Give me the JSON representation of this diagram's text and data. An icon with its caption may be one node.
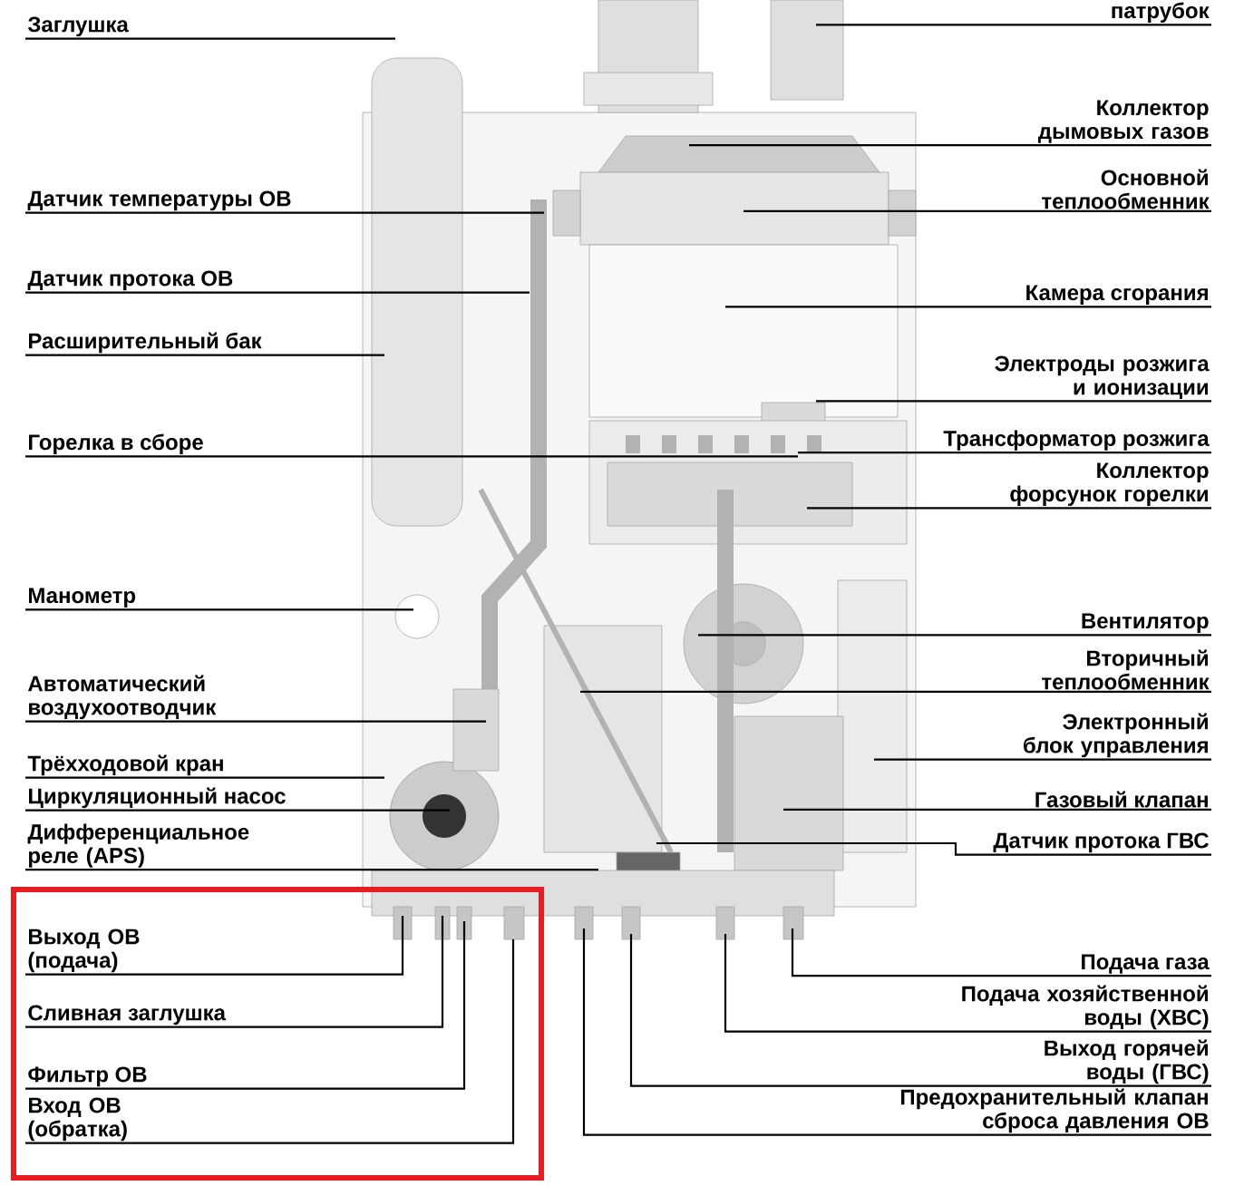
{
  "diagram": {
    "nodes": [
      {
        "text": [
          "Заглушка"
        ]
      },
      {
        "text": [
          "Датчик температуры ОВ"
        ]
      },
      {
        "text": [
          "Датчик протока ОВ"
        ]
      },
      {
        "text": [
          "Расширительный бак"
        ]
      },
      {
        "text": [
          "Горелка в сборе"
        ]
      },
      {
        "text": [
          "Манометр"
        ]
      },
      {
        "text": [
          "Автоматический воздухоотводчик"
        ]
      },
      {
        "text": [
          "Трёхходовой кран"
        ]
      },
      {
        "text": [
          "Циркуляционный насос"
        ]
      },
      {
        "text": [
          "Дифференциальное реле (APS)"
        ]
      },
      {
        "text": [],
        "shape": "box"
      },
      {
        "text": [
          "Выход ОВ (подача)"
        ],
        "in": 10
      },
      {
        "text": [
          "Сливная заглушка"
        ],
        "in": 10
      },
      {
        "text": [
          "Фильтр ОВ"
        ],
        "in": 10
      },
      {
        "text": [
          "Вход ОВ (обратка)"
        ],
        "in": 10
      },
      {
        "text": [
          "патрубок"
        ]
      },
      {
        "text": [
          "Коллектор дымовых газов"
        ]
      },
      {
        "text": [
          "Основной теплообменник"
        ]
      },
      {
        "text": [
          "Камера сгорания"
        ]
      },
      {
        "text": [
          "Электроды розжига и ионизации"
        ]
      },
      {
        "text": [
          "Трансформатор розжига"
        ]
      },
      {
        "text": [
          "Коллектор форсунок горелки"
        ]
      },
      {
        "text": [
          "Вентилятор"
        ]
      },
      {
        "text": [
          "Вторичный теплообменник"
        ]
      },
      {
        "text": [
          "Электронный блок управления"
        ]
      },
      {
        "text": [
          "Газовый клапан"
        ]
      },
      {
        "text": [
          "Датчик протока ГВС"
        ]
      },
      {
        "text": [
          "Подача газа"
        ]
      },
      {
        "text": [
          "Подача хозяйственной воды (ХВС)"
        ]
      },
      {
        "text": [
          "Выход горячей воды (ГВС)"
        ]
      },
      {
        "text": [
          "Предохранительный клапан сброса давления ОВ"
        ]
      }
    ],
    "edges": [
      {
        "from": 0,
        "to": null,
        "arrow": "none"
      },
      {
        "from": 1,
        "to": null,
        "arrow": "none"
      },
      {
        "from": 2,
        "to": null,
        "arrow": "none"
      },
      {
        "from": 3,
        "to": null,
        "arrow": "none"
      },
      {
        "from": 4,
        "to": null,
        "arrow": "none"
      },
      {
        "from": 5,
        "to": null,
        "arrow": "none"
      },
      {
        "from": 6,
        "to": null,
        "arrow": "none"
      },
      {
        "from": 7,
        "to": null,
        "arrow": "none"
      },
      {
        "from": 8,
        "to": null,
        "arrow": "none"
      },
      {
        "from": 9,
        "to": null,
        "arrow": "none"
      },
      {
        "from": 11,
        "to": null,
        "arrow": "none"
      },
      {
        "from": 12,
        "to": null,
        "arrow": "none"
      },
      {
        "from": 13,
        "to": null,
        "arrow": "none"
      },
      {
        "from": 14,
        "to": null,
        "arrow": "none"
      },
      {
        "from": 15,
        "to": null,
        "arrow": "none"
      },
      {
        "from": 16,
        "to": null,
        "arrow": "none"
      },
      {
        "from": 17,
        "to": null,
        "arrow": "none"
      },
      {
        "from": 18,
        "to": null,
        "arrow": "none"
      },
      {
        "from": 19,
        "to": null,
        "arrow": "none"
      },
      {
        "from": 20,
        "to": null,
        "arrow": "none"
      },
      {
        "from": 21,
        "to": null,
        "arrow": "none"
      },
      {
        "from": 22,
        "to": null,
        "arrow": "none"
      },
      {
        "from": 23,
        "to": null,
        "arrow": "none"
      },
      {
        "from": 24,
        "to": null,
        "arrow": "none"
      },
      {
        "from": 25,
        "to": null,
        "arrow": "none"
      },
      {
        "from": 26,
        "to": null,
        "arrow": "none"
      },
      {
        "from": 27,
        "to": null,
        "arrow": "none"
      },
      {
        "from": 28,
        "to": null,
        "arrow": "none"
      },
      {
        "from": 29,
        "to": null,
        "arrow": "none"
      },
      {
        "from": 30,
        "to": null,
        "arrow": "none"
      }
    ]
  }
}
